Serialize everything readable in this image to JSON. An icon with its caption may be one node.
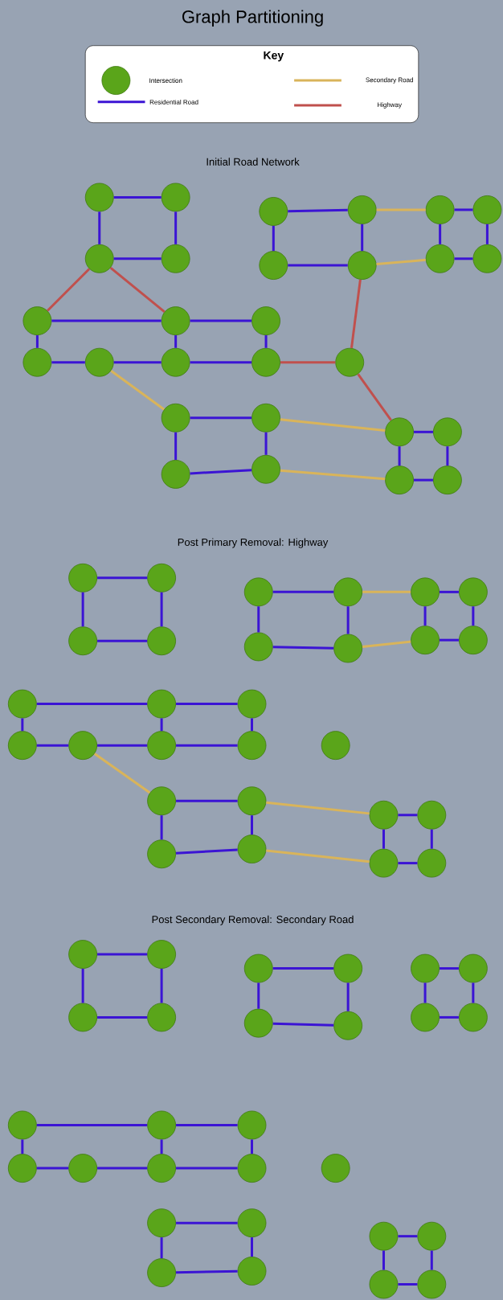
{
  "diagram": {
    "title": "Graph Partitioning",
    "nodes": [
      {
        "text": [],
        "shape": "circle"
      },
      {
        "text": [],
        "shape": "circle"
      },
      {
        "text": [],
        "shape": "circle"
      },
      {
        "text": [],
        "shape": "circle"
      },
      {
        "text": [],
        "shape": "circle"
      },
      {
        "text": [],
        "shape": "circle"
      },
      {
        "text": [],
        "shape": "circle"
      },
      {
        "text": [],
        "shape": "circle"
      },
      {
        "text": [],
        "shape": "circle"
      },
      {
        "text": [],
        "shape": "circle"
      },
      {
        "text": [],
        "shape": "circle"
      },
      {
        "text": [],
        "shape": "circle"
      },
      {
        "text": [],
        "shape": "circle"
      },
      {
        "text": [],
        "shape": "circle"
      },
      {
        "text": [],
        "shape": "circle"
      },
      {
        "text": [],
        "shape": "circle"
      },
      {
        "text": [],
        "shape": "circle"
      },
      {
        "text": [],
        "shape": "circle"
      },
      {
        "text": [],
        "shape": "circle"
      },
      {
        "text": [],
        "shape": "circle"
      },
      {
        "text": [],
        "shape": "circle"
      },
      {
        "text": [],
        "shape": "circle"
      },
      {
        "text": [],
        "shape": "circle"
      },
      {
        "text": [],
        "shape": "circle"
      },
      {
        "text": [],
        "shape": "circle"
      },
      {
        "text": [],
        "shape": "circle"
      },
      {
        "text": [],
        "shape": "circle"
      },
      {
        "text": [],
        "shape": "circle"
      },
      {
        "text": [],
        "shape": "circle"
      },
      {
        "text": [],
        "shape": "circle"
      },
      {
        "text": [],
        "shape": "circle"
      },
      {
        "text": [],
        "shape": "circle"
      },
      {
        "text": [],
        "shape": "circle"
      },
      {
        "text": [],
        "shape": "circle"
      },
      {
        "text": [],
        "shape": "circle"
      },
      {
        "text": [],
        "shape": "circle"
      },
      {
        "text": [],
        "shape": "circle"
      },
      {
        "text": [],
        "shape": "circle"
      },
      {
        "text": [],
        "shape": "circle"
      },
      {
        "text": [],
        "shape": "circle"
      },
      {
        "text": [],
        "shape": "circle"
      },
      {
        "text": [],
        "shape": "circle"
      },
      {
        "text": [],
        "shape": "circle"
      },
      {
        "text": [],
        "shape": "circle"
      },
      {
        "text": [],
        "shape": "circle"
      },
      {
        "text": [],
        "shape": "circle"
      },
      {
        "text": [],
        "shape": "circle"
      },
      {
        "text": [],
        "shape": "circle"
      },
      {
        "text": [],
        "shape": "circle"
      },
      {
        "text": [],
        "shape": "circle"
      },
      {
        "text": [],
        "shape": "circle"
      },
      {
        "text": [],
        "shape": "circle"
      },
      {
        "text": [],
        "shape": "circle"
      },
      {
        "text": [],
        "shape": "circle"
      },
      {
        "text": [],
        "shape": "circle"
      },
      {
        "text": [],
        "shape": "circle"
      },
      {
        "text": [],
        "shape": "circle"
      },
      {
        "text": [],
        "shape": "circle"
      },
      {
        "text": [],
        "shape": "circle"
      },
      {
        "text": [],
        "shape": "circle"
      },
      {
        "text": [],
        "shape": "circle"
      },
      {
        "text": [],
        "shape": "circle"
      },
      {
        "text": [],
        "shape": "circle"
      },
      {
        "text": [],
        "shape": "circle"
      },
      {
        "text": [],
        "shape": "circle"
      },
      {
        "text": [],
        "shape": "circle"
      },
      {
        "text": [],
        "shape": "circle"
      },
      {
        "text": [],
        "shape": "circle"
      },
      {
        "text": [],
        "shape": "circle"
      },
      {
        "text": [],
        "shape": "circle"
      },
      {
        "text": [],
        "shape": "circle"
      },
      {
        "text": [],
        "shape": "circle"
      },
      {
        "text": [],
        "shape": "circle"
      },
      {
        "text": [],
        "shape": "circle"
      },
      {
        "text": [],
        "shape": "circle"
      },
      {
        "text": [],
        "shape": "circle"
      },
      {
        "text": [],
        "shape": "circle"
      },
      {
        "text": [],
        "shape": "circle"
      },
      {
        "text": [],
        "shape": "circle"
      },
      {
        "text": [],
        "shape": "circle"
      },
      {
        "text": [],
        "shape": "circle"
      },
      {
        "text": [],
        "shape": "circle"
      },
      {
        "text": [],
        "shape": "circle"
      },
      {
        "text": [],
        "shape": "circle"
      }
    ],
    "edges": [
      {
        "from": 0,
        "to": 1,
        "arrow": "none"
      },
      {
        "from": 0,
        "to": 2,
        "arrow": "none"
      },
      {
        "from": 1,
        "to": 3,
        "arrow": "none"
      },
      {
        "from": 2,
        "to": 3,
        "arrow": "none"
      },
      {
        "from": 4,
        "to": 5,
        "arrow": "none"
      },
      {
        "from": 4,
        "to": 6,
        "arrow": "none"
      },
      {
        "from": 5,
        "to": 7,
        "arrow": "none"
      },
      {
        "from": 6,
        "to": 7,
        "arrow": "none"
      },
      {
        "from": 8,
        "to": 9,
        "arrow": "none"
      },
      {
        "from": 8,
        "to": 10,
        "arrow": "none"
      },
      {
        "from": 9,
        "to": 11,
        "arrow": "none"
      },
      {
        "from": 10,
        "to": 11,
        "arrow": "none"
      },
      {
        "from": 12,
        "to": 13,
        "arrow": "none"
      },
      {
        "from": 13,
        "to": 14,
        "arrow": "none"
      },
      {
        "from": 12,
        "to": 15,
        "arrow": "none"
      },
      {
        "from": 13,
        "to": 17,
        "arrow": "none"
      },
      {
        "from": 14,
        "to": 18,
        "arrow": "none"
      },
      {
        "from": 15,
        "to": 16,
        "arrow": "none"
      },
      {
        "from": 16,
        "to": 17,
        "arrow": "none"
      },
      {
        "from": 17,
        "to": 18,
        "arrow": "none"
      },
      {
        "from": 20,
        "to": 21,
        "arrow": "none"
      },
      {
        "from": 20,
        "to": 22,
        "arrow": "none"
      },
      {
        "from": 21,
        "to": 23,
        "arrow": "none"
      },
      {
        "from": 22,
        "to": 23,
        "arrow": "none"
      },
      {
        "from": 24,
        "to": 25,
        "arrow": "none"
      },
      {
        "from": 24,
        "to": 26,
        "arrow": "none"
      },
      {
        "from": 25,
        "to": 27,
        "arrow": "none"
      },
      {
        "from": 26,
        "to": 27,
        "arrow": "none"
      },
      {
        "from": 5,
        "to": 8,
        "arrow": "none",
        "color": "#d9b45a"
      },
      {
        "from": 7,
        "to": 10,
        "arrow": "none",
        "color": "#d9b45a"
      },
      {
        "from": 16,
        "to": 20,
        "arrow": "none",
        "color": "#d9b45a"
      },
      {
        "from": 21,
        "to": 24,
        "arrow": "none",
        "color": "#d9b45a"
      },
      {
        "from": 23,
        "to": 26,
        "arrow": "none",
        "color": "#d9b45a"
      },
      {
        "from": 2,
        "to": 12,
        "arrow": "none",
        "color": "#c0504d"
      },
      {
        "from": 2,
        "to": 13,
        "arrow": "none",
        "color": "#c0504d"
      },
      {
        "from": 7,
        "to": 19,
        "arrow": "none",
        "color": "#c0504d"
      },
      {
        "from": 18,
        "to": 19,
        "arrow": "none",
        "color": "#c0504d"
      },
      {
        "from": 19,
        "to": 24,
        "arrow": "none",
        "color": "#c0504d"
      },
      {
        "from": 28,
        "to": 29,
        "arrow": "none"
      },
      {
        "from": 28,
        "to": 30,
        "arrow": "none"
      },
      {
        "from": 29,
        "to": 31,
        "arrow": "none"
      },
      {
        "from": 30,
        "to": 31,
        "arrow": "none"
      },
      {
        "from": 32,
        "to": 33,
        "arrow": "none"
      },
      {
        "from": 32,
        "to": 34,
        "arrow": "none"
      },
      {
        "from": 33,
        "to": 35,
        "arrow": "none"
      },
      {
        "from": 34,
        "to": 35,
        "arrow": "none"
      },
      {
        "from": 36,
        "to": 37,
        "arrow": "none"
      },
      {
        "from": 36,
        "to": 38,
        "arrow": "none"
      },
      {
        "from": 37,
        "to": 39,
        "arrow": "none"
      },
      {
        "from": 38,
        "to": 39,
        "arrow": "none"
      },
      {
        "from": 40,
        "to": 41,
        "arrow": "none"
      },
      {
        "from": 41,
        "to": 42,
        "arrow": "none"
      },
      {
        "from": 40,
        "to": 43,
        "arrow": "none"
      },
      {
        "from": 41,
        "to": 45,
        "arrow": "none"
      },
      {
        "from": 42,
        "to": 46,
        "arrow": "none"
      },
      {
        "from": 43,
        "to": 44,
        "arrow": "none"
      },
      {
        "from": 44,
        "to": 45,
        "arrow": "none"
      },
      {
        "from": 45,
        "to": 46,
        "arrow": "none"
      },
      {
        "from": 48,
        "to": 49,
        "arrow": "none"
      },
      {
        "from": 48,
        "to": 50,
        "arrow": "none"
      },
      {
        "from": 49,
        "to": 51,
        "arrow": "none"
      },
      {
        "from": 50,
        "to": 51,
        "arrow": "none"
      },
      {
        "from": 52,
        "to": 53,
        "arrow": "none"
      },
      {
        "from": 52,
        "to": 54,
        "arrow": "none"
      },
      {
        "from": 53,
        "to": 55,
        "arrow": "none"
      },
      {
        "from": 54,
        "to": 55,
        "arrow": "none"
      },
      {
        "from": 33,
        "to": 36,
        "arrow": "none",
        "color": "#d9b45a"
      },
      {
        "from": 35,
        "to": 38,
        "arrow": "none",
        "color": "#d9b45a"
      },
      {
        "from": 44,
        "to": 48,
        "arrow": "none",
        "color": "#d9b45a"
      },
      {
        "from": 49,
        "to": 52,
        "arrow": "none",
        "color": "#d9b45a"
      },
      {
        "from": 51,
        "to": 54,
        "arrow": "none",
        "color": "#d9b45a"
      },
      {
        "from": 56,
        "to": 57,
        "arrow": "none"
      },
      {
        "from": 56,
        "to": 58,
        "arrow": "none"
      },
      {
        "from": 57,
        "to": 59,
        "arrow": "none"
      },
      {
        "from": 58,
        "to": 59,
        "arrow": "none"
      },
      {
        "from": 60,
        "to": 61,
        "arrow": "none"
      },
      {
        "from": 60,
        "to": 62,
        "arrow": "none"
      },
      {
        "from": 61,
        "to": 63,
        "arrow": "none"
      },
      {
        "from": 62,
        "to": 63,
        "arrow": "none"
      },
      {
        "from": 64,
        "to": 65,
        "arrow": "none"
      },
      {
        "from": 64,
        "to": 66,
        "arrow": "none"
      },
      {
        "from": 65,
        "to": 67,
        "arrow": "none"
      },
      {
        "from": 66,
        "to": 67,
        "arrow": "none"
      },
      {
        "from": 68,
        "to": 69,
        "arrow": "none"
      },
      {
        "from": 69,
        "to": 70,
        "arrow": "none"
      },
      {
        "from": 68,
        "to": 71,
        "arrow": "none"
      },
      {
        "from": 69,
        "to": 73,
        "arrow": "none"
      },
      {
        "from": 70,
        "to": 74,
        "arrow": "none"
      },
      {
        "from": 71,
        "to": 72,
        "arrow": "none"
      },
      {
        "from": 72,
        "to": 73,
        "arrow": "none"
      },
      {
        "from": 73,
        "to": 74,
        "arrow": "none"
      },
      {
        "from": 76,
        "to": 77,
        "arrow": "none"
      },
      {
        "from": 76,
        "to": 78,
        "arrow": "none"
      },
      {
        "from": 77,
        "to": 79,
        "arrow": "none"
      },
      {
        "from": 78,
        "to": 79,
        "arrow": "none"
      },
      {
        "from": 80,
        "to": 81,
        "arrow": "none"
      },
      {
        "from": 80,
        "to": 82,
        "arrow": "none"
      },
      {
        "from": 81,
        "to": 83,
        "arrow": "none"
      },
      {
        "from": 82,
        "to": 83,
        "arrow": "none"
      }
    ],
    "labels": [
      "Key",
      "Initial Road Network",
      "Post Primary Removal: Highway",
      "Post Secondary Removal: Secondary Road"
    ],
    "legend": [
      {
        "text": "Intersection"
      },
      {
        "text": "Secondary Road"
      },
      {
        "text": "Residential Road"
      },
      {
        "text": "Highway"
      }
    ]
  }
}
